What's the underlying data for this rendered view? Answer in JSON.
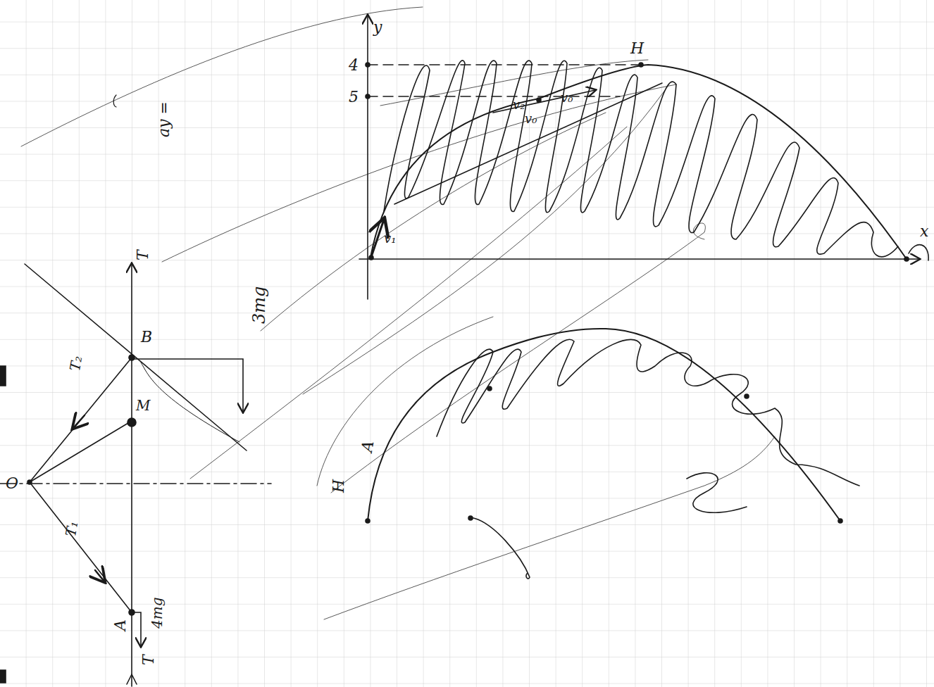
{
  "diagram": {
    "labels": [
      "ay =",
      "y",
      "4",
      "5",
      "H",
      "v₂",
      "v₀",
      "v₀",
      "v₁",
      "x",
      "O",
      "T₂",
      "M",
      "B",
      "3mg",
      "T",
      "T₁",
      "A",
      "4mg",
      "T",
      "H",
      "A"
    ]
  }
}
